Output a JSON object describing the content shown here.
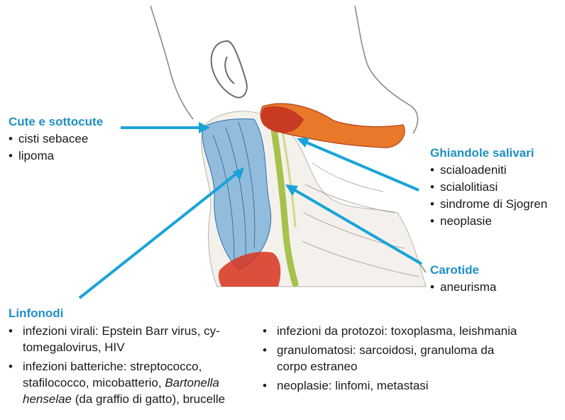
{
  "cute": {
    "title": "Cute e sottocute",
    "items": [
      "cisti sebacee",
      "lipoma"
    ]
  },
  "ghiandole": {
    "title": "Ghiandole salivari",
    "items": [
      "scialoadeniti",
      "scialolitiasi",
      "sindrome di Sjogren",
      "neoplasie"
    ]
  },
  "carotide": {
    "title": "Carotide",
    "items": [
      "aneurisma"
    ]
  },
  "linfonodi": {
    "title": "Linfonodi",
    "col1": [
      {
        "text": "infezioni virali: Epstein Barr virus, cy-tomegalovirus, HIV"
      },
      {
        "pre": "infezioni batteriche: streptococco, stafilococco, micobatterio, ",
        "italic": "Bartonella henselae",
        "post": " (da graffio di gatto), brucelle"
      }
    ],
    "col2": [
      {
        "text": "infezioni da protozoi: toxoplasma, leishmania"
      },
      {
        "text": "granulomatosi: sarcoidosi, granuloma da corpo estraneo"
      },
      {
        "text": "neoplasie: linfomi, metastasi"
      }
    ]
  },
  "colors": {
    "accent": "#1f8fc4",
    "arrow": "#1aa3d9",
    "parotid": "#e8792a",
    "muscle": "#3f8fd0",
    "lesion": "#d8321e"
  },
  "illustration": {
    "icon": "neck-anatomy-illustration"
  }
}
